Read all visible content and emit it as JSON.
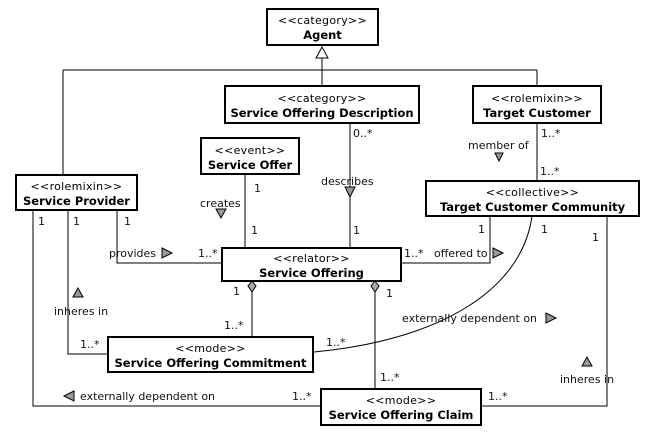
{
  "classes": {
    "agent": {
      "stereotype": "<<category>>",
      "name": "Agent"
    },
    "service_offering_description": {
      "stereotype": "<<category>>",
      "name": "Service Offering Description"
    },
    "target_customer": {
      "stereotype": "<<rolemixin>>",
      "name": "Target Customer"
    },
    "service_offer": {
      "stereotype": "<<event>>",
      "name": "Service Offer"
    },
    "service_provider": {
      "stereotype": "<<rolemixin>>",
      "name": "Service Provider"
    },
    "target_customer_community": {
      "stereotype": "<<collective>>",
      "name": "Target Customer Community"
    },
    "service_offering": {
      "stereotype": "<<relator>>",
      "name": "Service Offering"
    },
    "service_offering_commitment": {
      "stereotype": "<<mode>>",
      "name": "Service Offering Commitment"
    },
    "service_offering_claim": {
      "stereotype": "<<mode>>",
      "name": "Service Offering Claim"
    }
  },
  "associations": {
    "member_of": "member of",
    "describes": "describes",
    "creates": "creates",
    "provides": "provides",
    "offered_to": "offered to",
    "inheres_in_left": "inheres in",
    "externally_dependent_on_right": "externally dependent on",
    "inheres_in_right": "inheres in",
    "externally_dependent_on_bottom": "externally dependent on"
  },
  "multiplicities": {
    "desc_0_many": "0..*",
    "tc_1_many": "1..*",
    "tcc_1_many": "1..*",
    "offer_1": "1",
    "offer_so_1": "1",
    "desc_so_1": "1",
    "sp_1_a": "1",
    "sp_1_b": "1",
    "sp_1_c": "1",
    "so_left_1_many": "1..*",
    "so_right_1_many": "1..*",
    "tcc_1_a": "1",
    "tcc_1_b": "1",
    "tcc_1_c": "1",
    "so_comp_1": "1",
    "so_comp_2": "1",
    "commit_top_1_many": "1..*",
    "commit_left_1_many": "1..*",
    "commit_right_1_many": "1..*",
    "claim_top_1_many": "1..*",
    "claim_left_1_many": "1..*",
    "claim_right_1_many": "1..*"
  }
}
